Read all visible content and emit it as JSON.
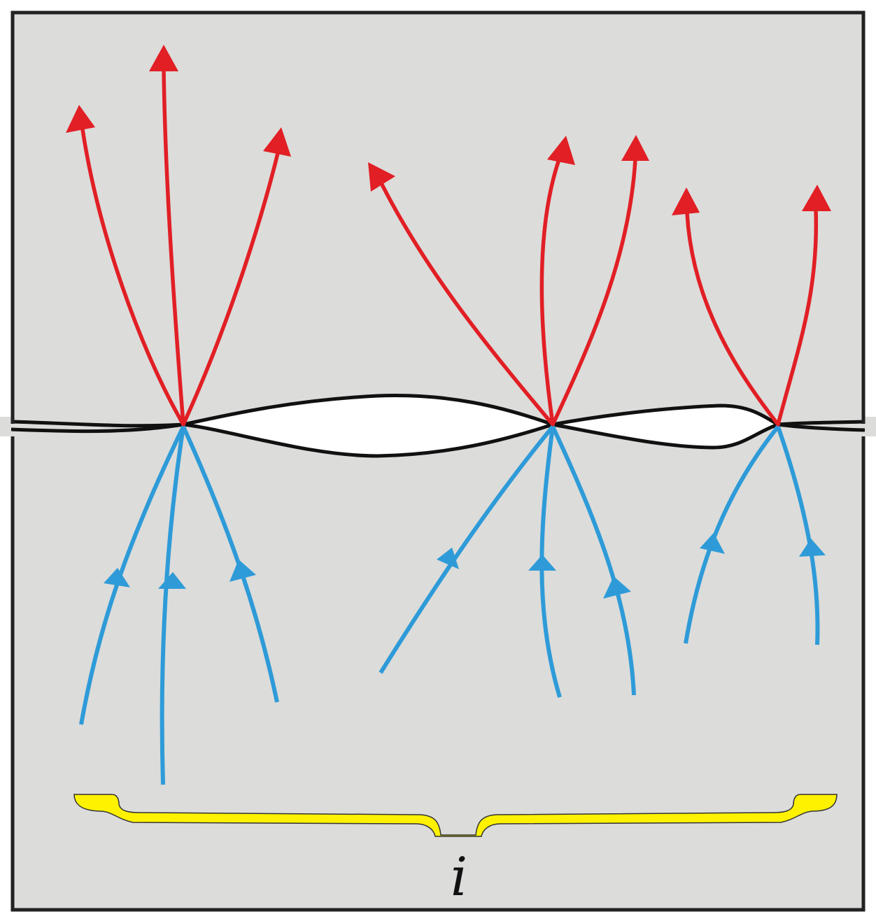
{
  "label": "i",
  "colors": {
    "background": "#dcdcda",
    "frame": "#222222",
    "gap": "#ffffff",
    "contact_line": "#111111",
    "outgoing_arrows": "#e11f25",
    "incoming_arrows": "#2e9bd8",
    "brace": "#fff200"
  },
  "contact_points": [
    {
      "id": "contact-1",
      "incoming": 3,
      "outgoing": 3
    },
    {
      "id": "contact-2",
      "incoming": 3,
      "outgoing": 3
    },
    {
      "id": "contact-3",
      "incoming": 2,
      "outgoing": 2
    }
  ]
}
